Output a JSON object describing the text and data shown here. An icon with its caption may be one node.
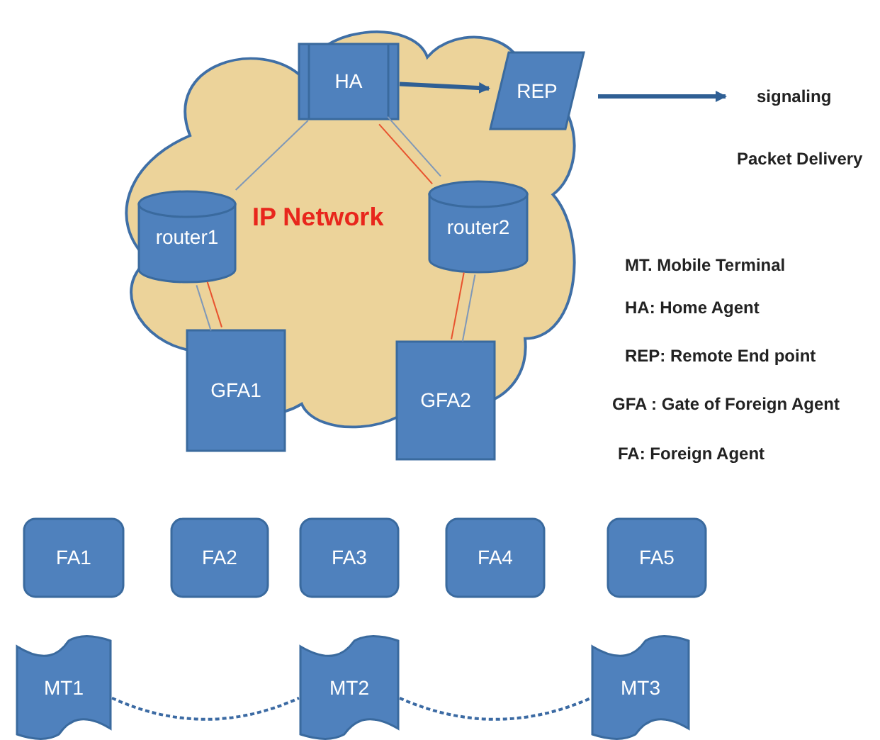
{
  "diagram": {
    "nodes": [
      {
        "text": [
          "IP Network"
        ]
      },
      {
        "text": [
          "HA"
        ],
        "in": 0
      },
      {
        "text": [
          "REP"
        ]
      },
      {
        "text": [
          "router1"
        ],
        "in": 0
      },
      {
        "text": [
          "router2"
        ],
        "in": 0
      },
      {
        "text": [
          "GFA1"
        ]
      },
      {
        "text": [
          "GFA2"
        ]
      },
      {
        "text": [
          "FA1"
        ]
      },
      {
        "text": [
          "FA2"
        ]
      },
      {
        "text": [
          "FA3"
        ]
      },
      {
        "text": [
          "FA4"
        ]
      },
      {
        "text": [
          "FA5"
        ]
      },
      {
        "text": [
          "MT1"
        ]
      },
      {
        "text": [
          "MT2"
        ]
      },
      {
        "text": [
          "MT3"
        ]
      }
    ],
    "edges": [
      {
        "from": 1,
        "to": 2,
        "arrow": "to",
        "style": "thick",
        "color": "#2f5f94"
      },
      {
        "from": 1,
        "to": 3,
        "arrow": "none"
      },
      {
        "from": 1,
        "to": 4,
        "arrow": "none"
      },
      {
        "from": 1,
        "to": 4,
        "arrow": "none",
        "color": "#e8532f"
      },
      {
        "from": 3,
        "to": 5,
        "arrow": "none",
        "color": "#e8532f"
      },
      {
        "from": 3,
        "to": 5,
        "arrow": "none"
      },
      {
        "from": 4,
        "to": 6,
        "arrow": "none"
      },
      {
        "from": 4,
        "to": 6,
        "arrow": "none",
        "color": "#e8532f"
      },
      {
        "from": 12,
        "to": 13,
        "arrow": "none",
        "style": "dashed",
        "color": "#3b6aa3"
      },
      {
        "from": 13,
        "to": 14,
        "arrow": "none",
        "style": "dashed",
        "color": "#3b6aa3"
      }
    ],
    "labels": [
      "MT. Mobile Terminal",
      "HA: Home Agent",
      "REP: Remote End point",
      "GFA : Gate of Foreign Agent",
      "FA: Foreign Agent"
    ],
    "legend": [
      {
        "text": "signaling"
      },
      {
        "text": "Packet Delivery"
      }
    ]
  }
}
